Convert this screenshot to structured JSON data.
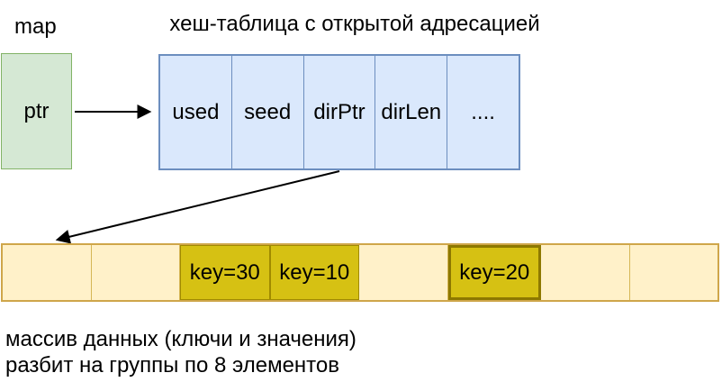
{
  "labels": {
    "map": "map",
    "ptr": "ptr",
    "title": "хеш-таблица с открытой адресацией",
    "caption_line1": "массив данных (ключи и значения)",
    "caption_line2": "разбит на группы по 8 элементов"
  },
  "hash_table": {
    "cells": [
      "used",
      "seed",
      "dirPtr",
      "dirLen",
      "...."
    ]
  },
  "data_array": {
    "group_size": 8,
    "cells": [
      {
        "label": "",
        "highlighted": false
      },
      {
        "label": "",
        "highlighted": false
      },
      {
        "label": "key=30",
        "highlighted": true
      },
      {
        "label": "key=10",
        "highlighted": true
      },
      {
        "label": "",
        "highlighted": false
      },
      {
        "label": "key=20",
        "highlighted": true,
        "emphasized": true
      },
      {
        "label": "",
        "highlighted": false
      },
      {
        "label": "",
        "highlighted": false
      }
    ]
  },
  "colors": {
    "pointer_fill": "#d5e8d4",
    "pointer_stroke": "#82b366",
    "hash_table_fill": "#dae8fc",
    "hash_table_stroke": "#6c8ebf",
    "array_fill": "#fff1c9",
    "array_stroke": "#d6b656",
    "key_cell_fill": "#d6c113",
    "key_cell_stroke": "#a08a00",
    "key_cell_emphasized_stroke": "#8d7800",
    "arrow": "#000000"
  }
}
